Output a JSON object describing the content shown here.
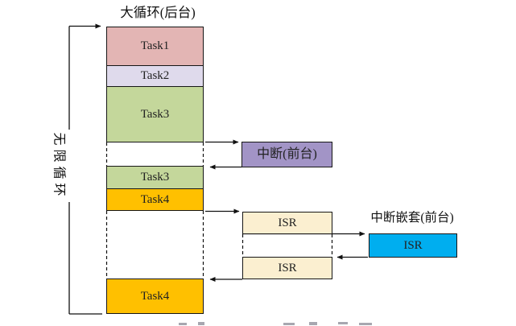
{
  "diagram": {
    "title": "大循环(后台)",
    "infinite_loop_label": "无限循环",
    "nested_interrupt_label": "中断嵌套(前台)",
    "tasks": {
      "task1": "Task1",
      "task2": "Task2",
      "task3_first": "Task3",
      "task3_resumed": "Task3",
      "task4_first": "Task4",
      "task4_resumed": "Task4"
    },
    "interrupt": {
      "label": "中断(前台)"
    },
    "isr": {
      "first": "ISR",
      "nested": "ISR",
      "second": "ISR"
    },
    "colors": {
      "task1": "#E3B5B4",
      "task2": "#DFDAEC",
      "task3": "#C4D79B",
      "task4": "#FFC000",
      "interrupt": "#A294C6",
      "isr": "#FBEFD0",
      "isr_nested": "#00AEEF",
      "line": "#111111"
    }
  }
}
